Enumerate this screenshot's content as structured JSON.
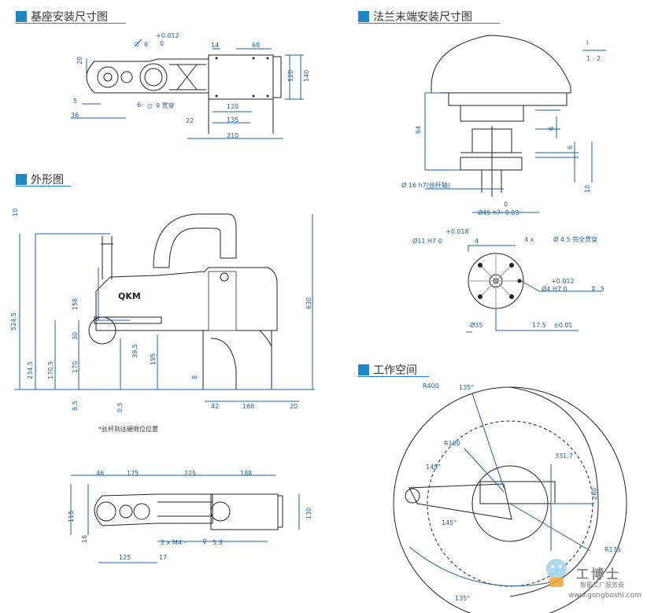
{
  "sections": {
    "base": "基座安装尺寸图",
    "flange": "法兰末端安装尺寸图",
    "outline": "外形图",
    "workspace": "工作空间"
  },
  "base_dims": {
    "phi6": "6",
    "tol_plus": "+0.012",
    "tol_zero": "0",
    "d14": "14",
    "d68": "68",
    "d20": "20",
    "d120v": "120",
    "d140": "140",
    "d5": "5",
    "d36": "36",
    "holes": "6-",
    "holes_phi": "9 贯穿",
    "d120h": "120",
    "d22": "22",
    "d135": "135",
    "d210": "210"
  },
  "flange_dims": {
    "scale_i": "I",
    "scale": "1 : 2",
    "d64": "64",
    "d6a": "6",
    "d6b": "6",
    "d10": "10",
    "d16": "Ø 16 h7(丝杆轴)",
    "d45_zero": "0",
    "d45": "Ø45 h7- 0.03",
    "tol18": "+0.018",
    "d11": "Ø11 H7  0",
    "d4": "4",
    "holes4": "4 x",
    "d45hole": "Ø 4.5 完全贯穿",
    "tol12": "+0.012",
    "d4h7": "Ø4 H7  0",
    "d5": "5",
    "d35": "Ø35",
    "d175": "17.5",
    "d001": "±0.01"
  },
  "outline_dims": {
    "d10": "10",
    "d5245": "524.5",
    "d2345": "234.5",
    "d1705": "170.5",
    "d85": "8.5",
    "d05": "0.5",
    "d158": "158",
    "d30": "30",
    "d170": "170",
    "d395": "39.5",
    "d195": "195",
    "d630": "630",
    "d8": "8",
    "d42": "42",
    "d168": "168",
    "d20": "20",
    "footnote": "*丝杆到达硬限位位置"
  },
  "top_dims": {
    "d46": "46",
    "d175": "175",
    "d225": "225",
    "d188": "188",
    "d115": "115",
    "d18": "18",
    "d130": "130",
    "m4": "2 x M4 -",
    "d53": "5.3",
    "d125": "125",
    "d17": "17"
  },
  "workspace_dims": {
    "r400": "R400",
    "a135a": "135°",
    "r130": "R130",
    "d3317": "331.7",
    "a145a": "145°",
    "a145b": "145°",
    "d260": "260",
    "r175": "R175",
    "a135b": "135°"
  },
  "watermark": {
    "brand": "工博士",
    "tagline": "智能工厂服务商",
    "url": "www.gongboshi.com"
  },
  "colors": {
    "accent": "#1f86c8",
    "dim": "#1a5fa8",
    "line": "#222222"
  }
}
